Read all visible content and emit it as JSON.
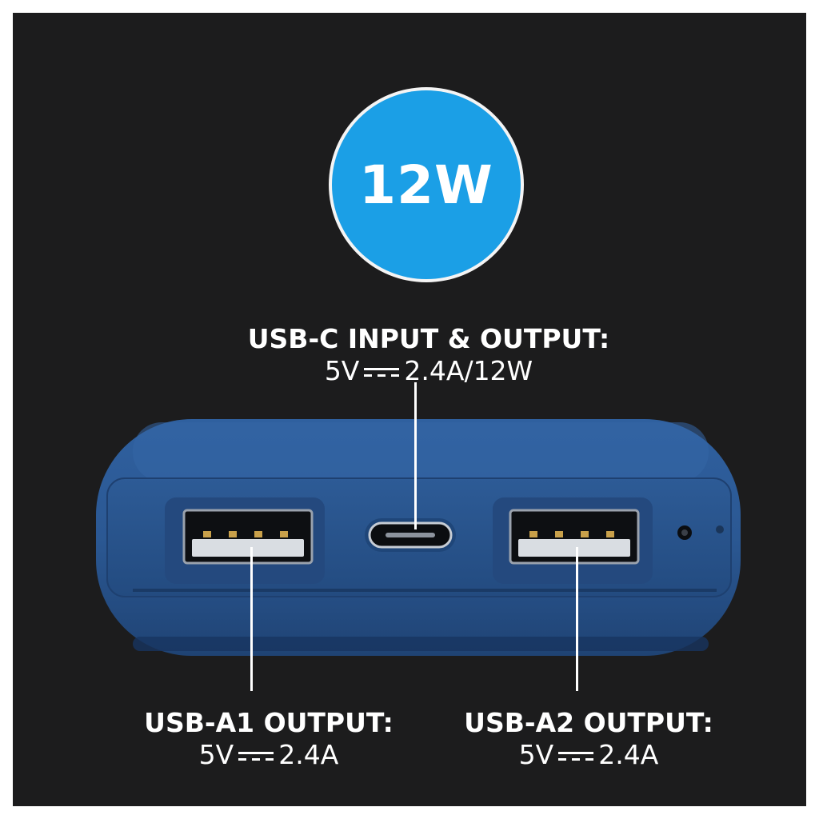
{
  "badge": {
    "text": "12W",
    "color": "#1b9fe6"
  },
  "device_color": "#2c5a98",
  "ports": {
    "usb_c": {
      "title": "USB-C INPUT & OUTPUT:",
      "voltage": "5V",
      "current": "2.4A/12W"
    },
    "usb_a1": {
      "title": "USB-A1 OUTPUT:",
      "voltage": "5V",
      "current": "2.4A"
    },
    "usb_a2": {
      "title": "USB-A2 OUTPUT:",
      "voltage": "5V",
      "current": "2.4A"
    }
  },
  "icons": [
    "dc-symbol-icon",
    "usb-a-port-icon",
    "usb-c-port-icon",
    "led-indicator-icon"
  ]
}
